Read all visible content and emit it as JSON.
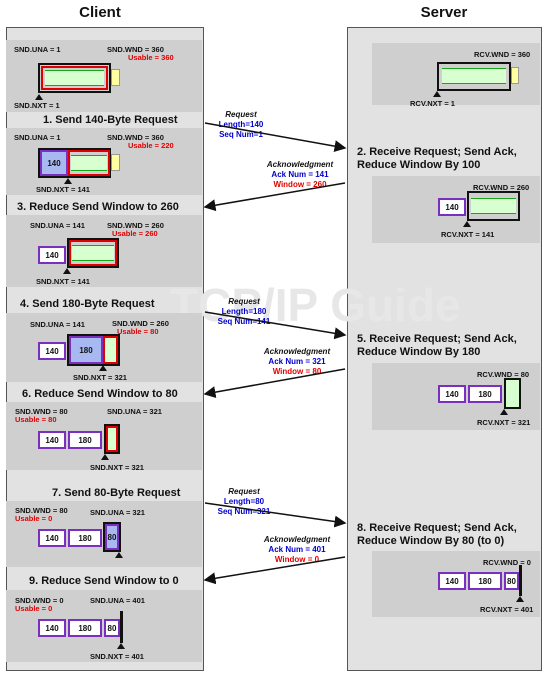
{
  "headers": {
    "client": "Client",
    "server": "Server"
  },
  "watermark": "TCP/IP Guide",
  "colors": {
    "usable": "#e00000",
    "window_border": "#111111",
    "usable_border": "#e00000",
    "segment_border": "#7b2fbf",
    "unsent_fill": "#d8ffd0",
    "message_text": "#0000cc"
  },
  "client": {
    "p0": {
      "una": "SND.UNA = 1",
      "wnd": "SND.WND = 360",
      "usable": "Usable = 360",
      "nxt": "SND.NXT = 1"
    },
    "s1": "1. Send 140-Byte Request",
    "p1": {
      "una": "SND.UNA = 1",
      "wnd": "SND.WND = 360",
      "usable": "Usable = 220",
      "nxt": "SND.NXT = 141",
      "seg1": "140"
    },
    "s3": "3. Reduce Send Window to 260",
    "p3": {
      "una": "SND.UNA = 141",
      "wnd": "SND.WND = 260",
      "usable": "Usable = 260",
      "nxt": "SND.NXT = 141",
      "seg1": "140"
    },
    "s4": "4. Send 180-Byte Request",
    "p4": {
      "una": "SND.UNA = 141",
      "wnd": "SND.WND = 260",
      "usable": "Usable = 80",
      "nxt": "SND.NXT = 321",
      "seg1": "140",
      "seg2": "180"
    },
    "s6": "6. Reduce Send Window to 80",
    "p6": {
      "wnd": "SND.WND = 80",
      "usable": "Usable = 80",
      "una": "SND.UNA = 321",
      "nxt": "SND.NXT = 321",
      "seg1": "140",
      "seg2": "180"
    },
    "s7": "7. Send 80-Byte Request",
    "p7": {
      "wnd": "SND.WND = 80",
      "usable": "Usable = 0",
      "una": "SND.UNA = 321",
      "seg1": "140",
      "seg2": "180",
      "seg3": "80"
    },
    "s9": "9. Reduce Send Window to 0",
    "p9": {
      "wnd": "SND.WND = 0",
      "usable": "Usable = 0",
      "una": "SND.UNA = 401",
      "nxt": "SND.NXT = 401",
      "seg1": "140",
      "seg2": "180",
      "seg3": "80"
    }
  },
  "server": {
    "p0": {
      "wnd": "RCV.WND = 360",
      "nxt": "RCV.NXT = 1"
    },
    "s2a": "2. Receive Request; Send Ack,",
    "s2b": "Reduce Window By 100",
    "p2": {
      "wnd": "RCV.WND = 260",
      "nxt": "RCV.NXT = 141",
      "seg1": "140"
    },
    "s5a": "5. Receive Request; Send Ack,",
    "s5b": "Reduce Window By 180",
    "p5": {
      "wnd": "RCV.WND = 80",
      "nxt": "RCV.NXT = 321",
      "seg1": "140",
      "seg2": "180"
    },
    "s8a": "8. Receive Request; Send Ack,",
    "s8b": "Reduce Window By 80 (to 0)",
    "p8": {
      "wnd": "RCV.WND = 0",
      "nxt": "RCV.NXT = 401",
      "seg1": "140",
      "seg2": "180",
      "seg3": "80"
    }
  },
  "messages": {
    "m1": {
      "title": "Request",
      "l1": "Length=140",
      "l2": "Seq Num=1"
    },
    "m2": {
      "title": "Acknowledgment",
      "l1": "Ack Num = 141",
      "l2": "Window = 260"
    },
    "m4": {
      "title": "Request",
      "l1": "Length=180",
      "l2": "Seq Num=141"
    },
    "m5": {
      "title": "Acknowledgment",
      "l1": "Ack Num = 321",
      "l2": "Window = 80"
    },
    "m7": {
      "title": "Request",
      "l1": "Length=80",
      "l2": "Seq Num=321"
    },
    "m8": {
      "title": "Acknowledgment",
      "l1": "Ack Num = 401",
      "l2": "Window = 0"
    }
  }
}
